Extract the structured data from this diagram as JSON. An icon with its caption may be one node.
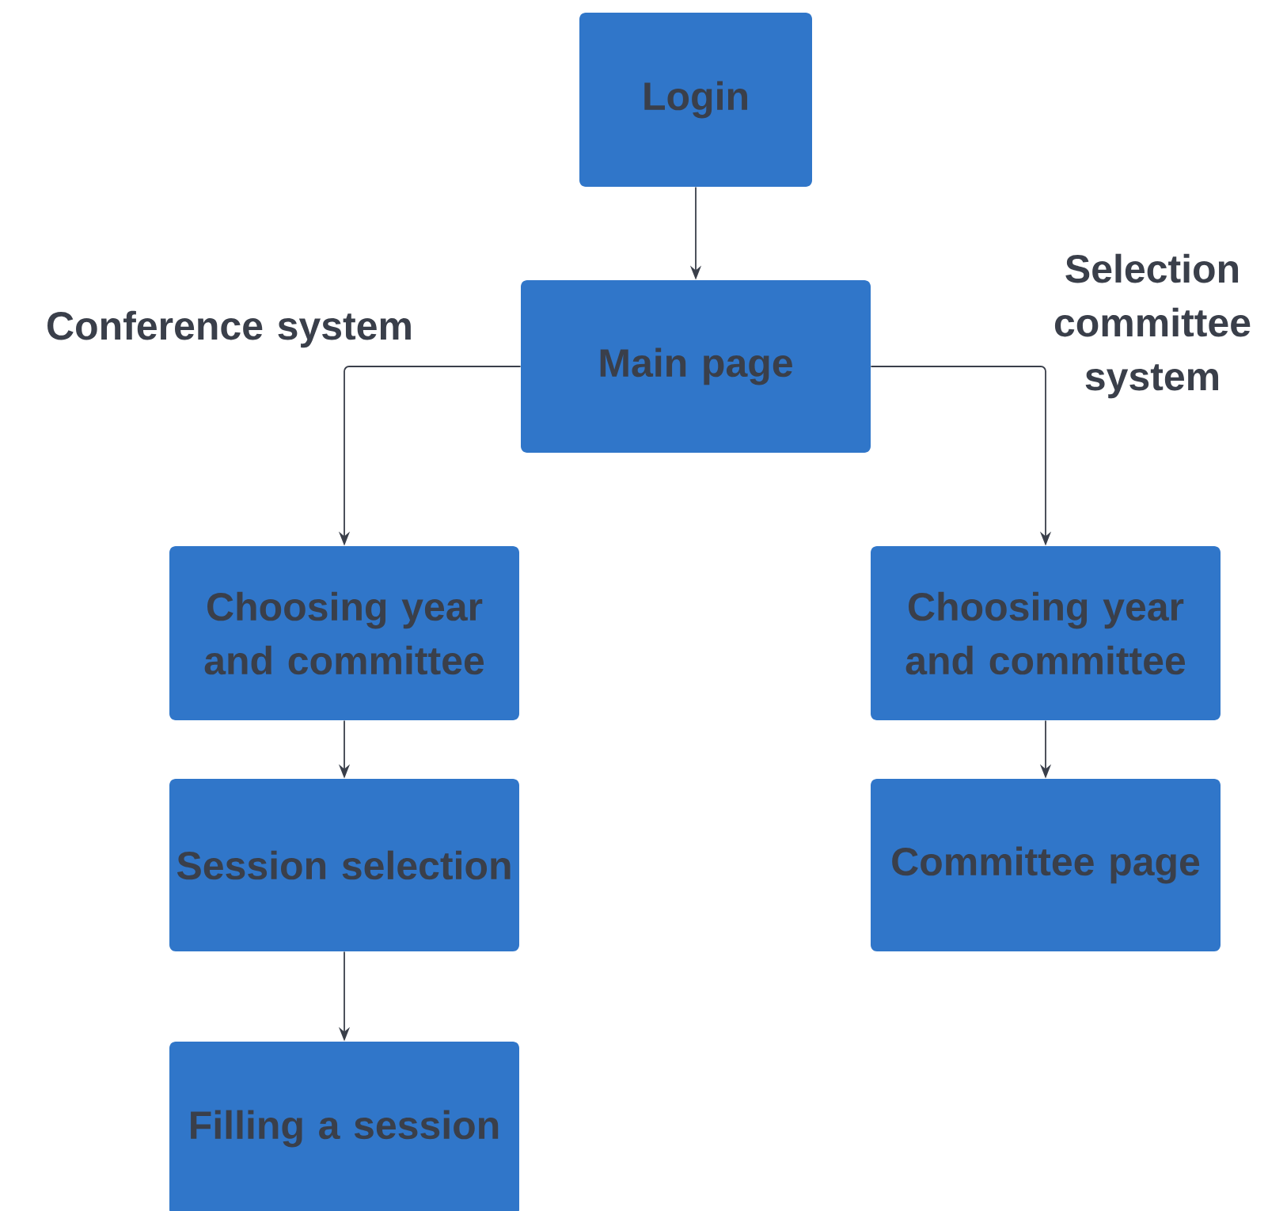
{
  "diagram": {
    "nodes": [
      {
        "text": [
          "Login"
        ]
      },
      {
        "text": [
          "Main page"
        ]
      },
      {
        "text": [
          "Choosing year and committee"
        ]
      },
      {
        "text": [
          "Session selection"
        ]
      },
      {
        "text": [
          "Filling a session"
        ]
      },
      {
        "text": [
          "Choosing year and committee"
        ]
      },
      {
        "text": [
          "Committee page"
        ]
      }
    ],
    "edges": [
      {
        "from": 0,
        "to": 1,
        "arrow": "to"
      },
      {
        "from": 1,
        "to": 2,
        "arrow": "to"
      },
      {
        "from": 2,
        "to": 3,
        "arrow": "to"
      },
      {
        "from": 3,
        "to": 4,
        "arrow": "to"
      },
      {
        "from": 1,
        "to": 5,
        "arrow": "to"
      },
      {
        "from": 5,
        "to": 6,
        "arrow": "to"
      }
    ],
    "labels": [
      "Conference system",
      "Selection committee system"
    ]
  }
}
